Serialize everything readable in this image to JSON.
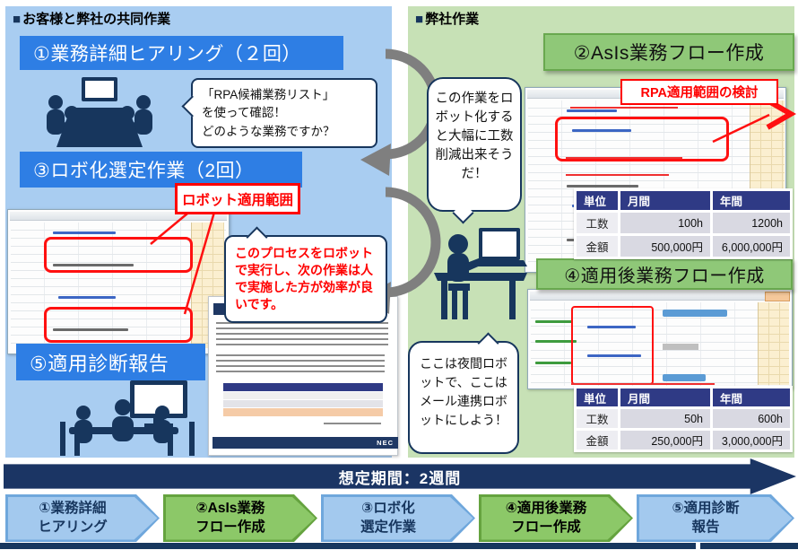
{
  "panels": {
    "left": {
      "bullet": "■",
      "title": "お客様と弊社の共同作業"
    },
    "right": {
      "bullet": "■",
      "title": "弊社作業"
    }
  },
  "steps": {
    "s1": "①業務詳細ヒアリング（２回）",
    "s2": "②AsIs業務フロー作成",
    "s3": "③ロボ化選定作業（2回）",
    "s4": "④適用後業務フロー作成",
    "s5": "⑤適用診断報告"
  },
  "labels": {
    "robot_scope": "ロボット適用範囲",
    "rpa_scope_review": "RPA適用範囲の検討"
  },
  "bubbles": {
    "hearing": "「RPA候補業務リスト」\nを使って確認！\nどのような業務ですか？",
    "robotize": "この作業をロボット化すると大幅に工数削減出来そうだ！",
    "process": "このプロセスをロボットで実行し、次の作業は人で実施した方が効率が良いです。",
    "night_robot": "ここは夜間ロボットで、ここはメール連携ロボットにしよう！"
  },
  "tables": {
    "asis": {
      "headers": [
        "単位",
        "月間",
        "年間"
      ],
      "rows": [
        [
          "工数",
          "100h",
          "1200h"
        ],
        [
          "金額",
          "500,000円",
          "6,000,000円"
        ]
      ]
    },
    "tobe": {
      "headers": [
        "単位",
        "月間",
        "年間"
      ],
      "rows": [
        [
          "工数",
          "50h",
          "600h"
        ],
        [
          "金額",
          "250,000円",
          "3,000,000円"
        ]
      ]
    }
  },
  "timeline": {
    "label": "想定期間：2週間"
  },
  "chevrons": [
    {
      "label": "①業務詳細\nヒアリング",
      "color": "blue"
    },
    {
      "label": "②AsIs業務\nフロー作成",
      "color": "green"
    },
    {
      "label": "③ロボ化\n選定作業",
      "color": "blue"
    },
    {
      "label": "④適用後業務\nフロー作成",
      "color": "green"
    },
    {
      "label": "⑤適用診断\n報告",
      "color": "blue"
    }
  ],
  "doc": {
    "brand": "NEC"
  },
  "colors": {
    "panel_left_bg": "#A9CDF1",
    "panel_right_bg": "#C7E1B6",
    "step_blue": "#2E7EE4",
    "step_green": "#8FC878",
    "navy": "#17365D",
    "table_header": "#2F3A85",
    "red": "#FF0000",
    "gray_arrow": "#7F7F7F"
  }
}
